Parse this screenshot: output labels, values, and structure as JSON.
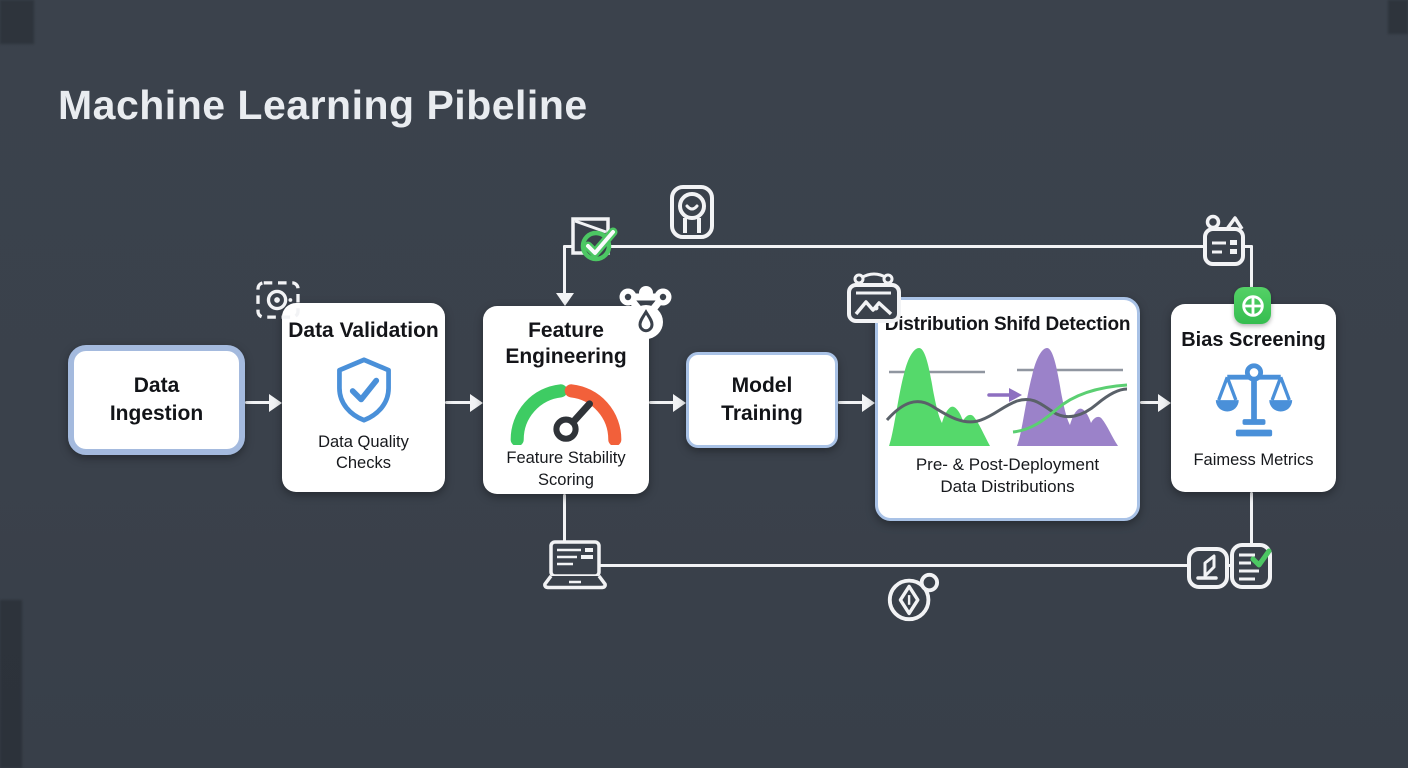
{
  "page": {
    "title": "Machine Learning Pibeline"
  },
  "pipeline": {
    "ingestion": {
      "line1": "Data",
      "line2": "Ingestion"
    },
    "validation": {
      "title": "Data Validation",
      "caption1": "Data Quality",
      "caption2": "Checks"
    },
    "feature": {
      "title1": "Feature",
      "title2": "Engineering",
      "caption1": "Feature Stability",
      "caption2": "Scoring"
    },
    "training": {
      "line1": "Model",
      "line2": "Training"
    },
    "shift": {
      "title": "Distribution Shifd Detection",
      "caption1": "Pre- & Post-Deployment",
      "caption2": "Data Distributions"
    },
    "bias": {
      "title": "Bias Screening",
      "caption": "Faimess Metrics"
    }
  },
  "connections": [
    "data-ingestion -> data-validation",
    "data-validation -> feature-engineering",
    "feature-engineering -> model-training",
    "model-training -> distribution-shift-detection",
    "distribution-shift-detection -> bias-screening",
    "bias-screening -> top-feedback-line -> feature-engineering",
    "feature-engineering -> bottom-line -> bias-screening"
  ],
  "icons": {
    "scan_frame": "scan-frame-eye-icon",
    "shield": "shield-check-icon",
    "gauge": "stability-gauge-icon",
    "doc_check": "document-check-icon",
    "lens": "lens-badge-icon",
    "molecule": "molecule-cluster-icon",
    "hanging_sign": "chart-sign-icon",
    "clipboard_person": "clipboard-list-icon",
    "plus_badge": "plus-badge-icon",
    "scales": "balance-scales-icon",
    "laptop": "laptop-log-icon",
    "compass": "compass-gem-icon",
    "clipboard_pen": "clipboard-pen-icon",
    "checklist": "checklist-check-icon"
  },
  "colors": {
    "background": "#3a414b",
    "card": "#ffffff",
    "card_border_blue": "#a9c2e6",
    "ingestion_border": "#a4bade",
    "heading_text": "#e9ecf0",
    "body_text": "#141519",
    "connector": "#f2f3f5",
    "shield_blue": "#4a90d9",
    "scales_blue": "#4a90d9",
    "gauge_green": "#3ecc63",
    "gauge_red": "#f2603a",
    "needle_dark": "#2f3338",
    "dist_green": "#55d96b",
    "dist_purple": "#9b82c9",
    "check_green": "#4cc763",
    "plus_badge_green": "#42c85a"
  }
}
